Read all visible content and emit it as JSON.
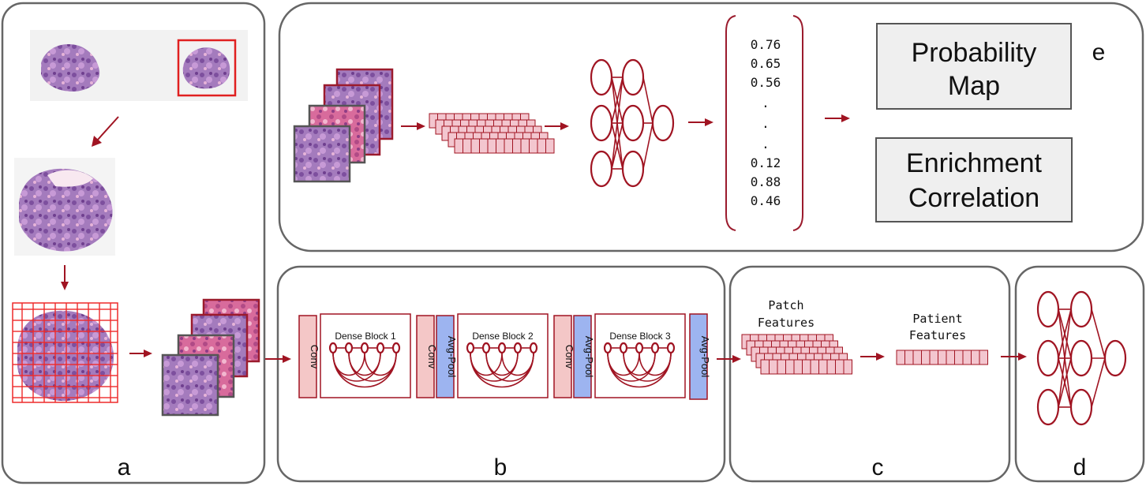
{
  "panels": {
    "a": {
      "label": "a"
    },
    "b": {
      "label": "b",
      "layers": {
        "conv1": "Conv",
        "block1": "Dense Block 1",
        "conv2": "Conv",
        "pool1": "Avg-Pool",
        "block2": "Dense Block 2",
        "conv3": "Conv",
        "pool2": "Avg-Pool",
        "block3": "Dense Block 3",
        "pool3": "Avg-Pool"
      }
    },
    "c": {
      "label": "c",
      "patch_features": [
        "Patch",
        "Features"
      ],
      "patient_features": [
        "Patient",
        "Features"
      ]
    },
    "d": {
      "label": "d"
    },
    "e": {
      "label": "e",
      "vector_values": [
        "0.76",
        "0.65",
        "0.56",
        ".",
        ".",
        ".",
        "0.12",
        "0.88",
        "0.46"
      ],
      "outputs": {
        "probability_map": [
          "Probability",
          "Map"
        ],
        "enrichment_correlation": [
          "Enrichment",
          "Correlation"
        ]
      }
    }
  },
  "colors": {
    "accent": "#a01422",
    "conv_fill": "#f4c7c7",
    "pool_fill": "#9db4f0",
    "feature_cell": "#f3c6cf",
    "panel_stroke": "#666666",
    "tissue_purple": "#9a6fb5",
    "tissue_pink": "#d66a9a"
  }
}
